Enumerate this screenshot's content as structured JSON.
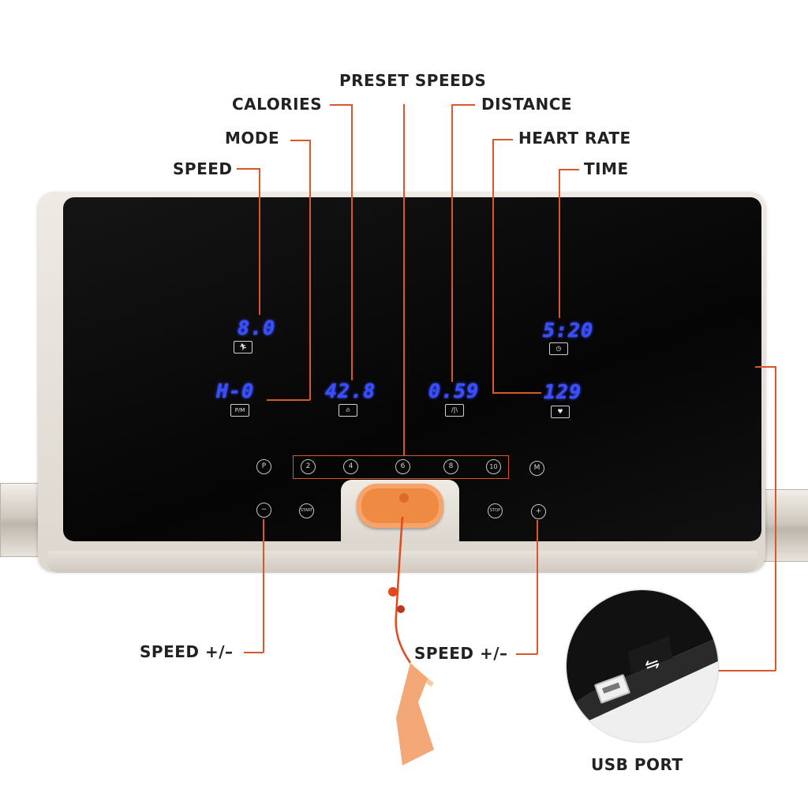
{
  "callouts": {
    "preset_speeds": "PRESET SPEEDS",
    "calories": "CALORIES",
    "distance": "DISTANCE",
    "mode": "MODE",
    "heart_rate": "HEART RATE",
    "speed": "SPEED",
    "time": "TIME",
    "speed_minus": "SPEED +/–",
    "speed_plus": "SPEED +/–",
    "usb_port": "USB PORT"
  },
  "display": {
    "speed": "8.0",
    "time": "5:20",
    "mode": "H-0",
    "calories": "42.8",
    "distance": "0.59",
    "heart_rate": "129",
    "mode_icon_label": "P/M"
  },
  "buttons": {
    "program": "P",
    "mode": "M",
    "minus": "−",
    "plus": "+",
    "start": "START",
    "stop": "STOP",
    "presets": [
      "2",
      "4",
      "6",
      "8",
      "10"
    ]
  },
  "icons": {
    "speed": "runner-icon",
    "time": "clock-icon",
    "mode": "pm-icon",
    "calories": "flame-icon",
    "distance": "road-icon",
    "heart_rate": "heart-icon",
    "usb": "usb-icon"
  },
  "colors": {
    "lcd": "#3a4dff",
    "accent": "#d9572a",
    "safety_key": "#ef8a43",
    "panel": "#0a0a0a"
  }
}
